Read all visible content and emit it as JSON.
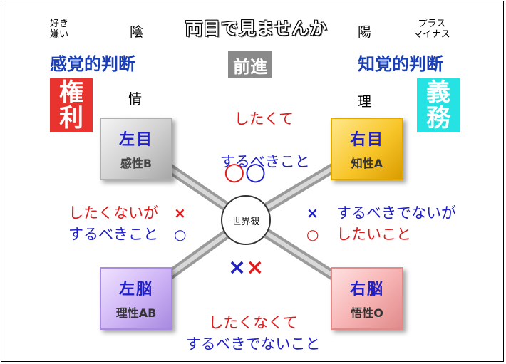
{
  "header": {
    "like_dislike": "好き\n嫌い",
    "yin": "陰",
    "title": "両目で見ませんか",
    "yang": "陽",
    "plus_minus": "プラス\nマイナス"
  },
  "left_top": {
    "sense_judgment": "感覚的判断",
    "right_badge": "権\n利",
    "emotion": "情"
  },
  "center_top": {
    "progress": "前進",
    "want_should": "したくて\nするべきこと",
    "marks": [
      "○",
      "○"
    ]
  },
  "right_top": {
    "perception_judgment": "知覚的判断",
    "duty_badge": "義\n務",
    "reason": "理"
  },
  "quadrants": {
    "top_left": {
      "title": "左目",
      "sub": "感性B"
    },
    "top_right": {
      "title": "右目",
      "sub": "知性A"
    },
    "bottom_left": {
      "title": "左脳",
      "sub": "理性AB"
    },
    "bottom_right": {
      "title": "右脳",
      "sub": "悟性O"
    }
  },
  "center_circle": "世界観",
  "middle_left": {
    "line1": "したくないが",
    "line2": "するべきこと",
    "mark1": "×",
    "mark2": "○"
  },
  "middle_right": {
    "line1": "するべきでないが",
    "line2": "したいこと",
    "mark1": "×",
    "mark2": "○"
  },
  "bottom": {
    "marks": [
      "×",
      "×"
    ],
    "line1": "したくなくて",
    "line2": "するべきでないこと"
  },
  "colors": {
    "red": "#e01b1b",
    "blue": "#2020c8",
    "rights_badge": "#e8332f",
    "duty_badge": "#27e2e2",
    "progress_badge": "#8a8a8a"
  }
}
